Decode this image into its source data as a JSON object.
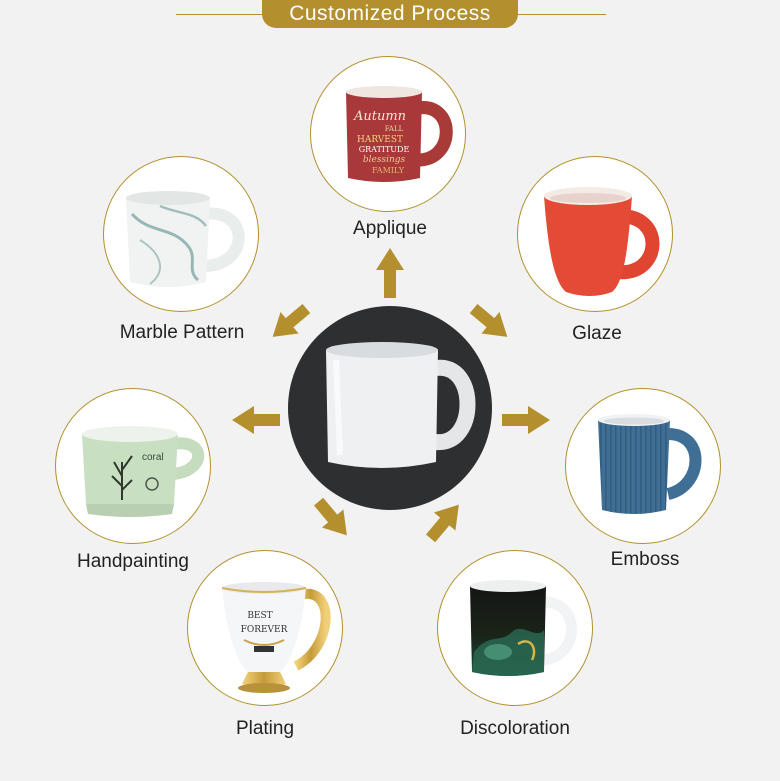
{
  "header": {
    "title": "Customized Process"
  },
  "colors": {
    "accent": "#b38f2e",
    "background": "#f2f2f2",
    "center": "#2e2f30"
  },
  "processes": {
    "applique": {
      "label": "Applique"
    },
    "glaze": {
      "label": "Glaze"
    },
    "marble": {
      "label": "Marble Pattern"
    },
    "handpainting": {
      "label": "Handpainting"
    },
    "emboss": {
      "label": "Emboss"
    },
    "plating": {
      "label": "Plating"
    },
    "discoloration": {
      "label": "Discoloration"
    }
  },
  "mug_texts": {
    "applique": [
      "Autumn",
      "FALL",
      "HARVEST",
      "GRATITUDE",
      "blessings",
      "FAMILY"
    ],
    "handpainting": "coral",
    "plating": [
      "BEST",
      "FOREVER"
    ]
  }
}
